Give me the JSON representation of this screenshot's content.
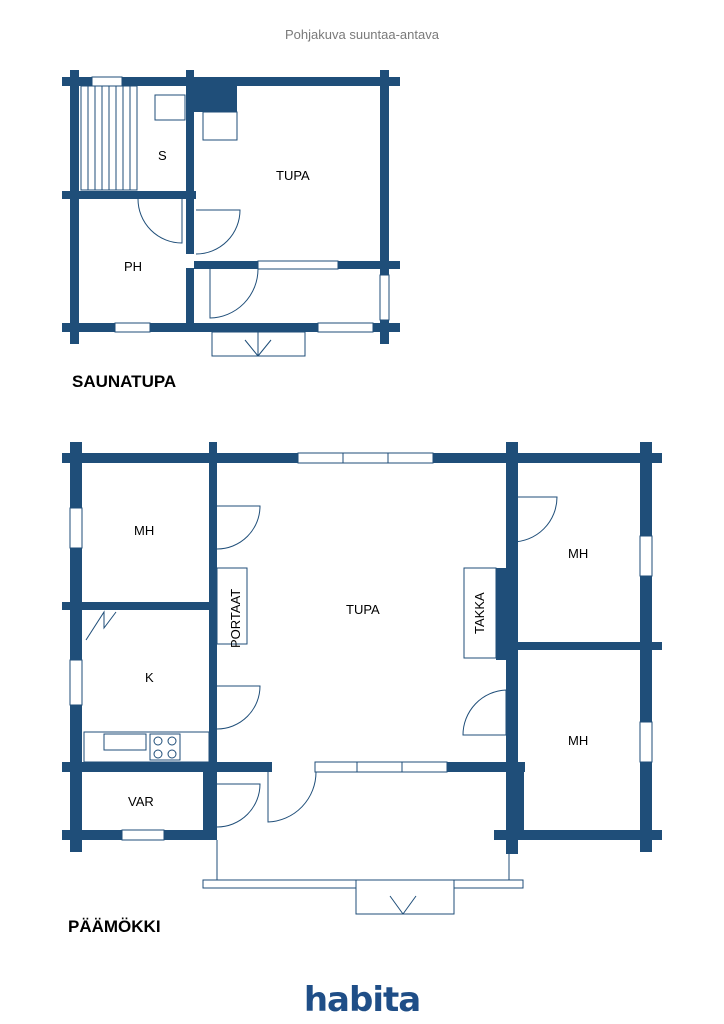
{
  "caption": "Pohjakuva suuntaa-antava",
  "saunatupa": {
    "label": "SAUNATUPA",
    "rooms": {
      "s": "S",
      "tupa": "TUPA",
      "ph": "PH"
    }
  },
  "paamokki": {
    "label": "PÄÄMÖKKI",
    "rooms": {
      "mh_left": "MH",
      "tupa": "TUPA",
      "portaat": "PORTAAT",
      "takka": "TAKKA",
      "mh_right_top": "MH",
      "k": "K",
      "mh_right_bottom": "MH",
      "var": "VAR"
    }
  },
  "logo": "habita",
  "colors": {
    "wall": "#1f4e79",
    "text": "#000000",
    "caption": "#7a7a7a",
    "logo": "#1f4e87"
  }
}
